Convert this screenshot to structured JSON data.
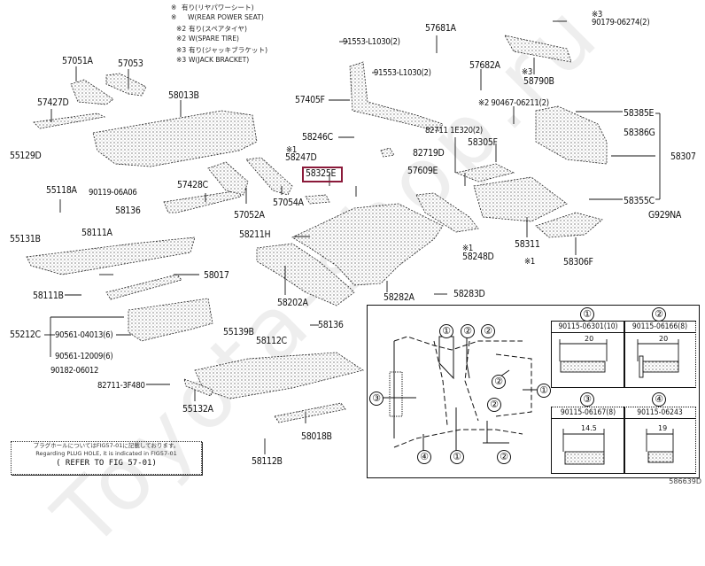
{
  "watermark": "Toyota-shop.ru",
  "notes": [
    {
      "mark": "※",
      "text": "有り(リヤパワーシート)"
    },
    {
      "mark": "※",
      "text": "W(REAR POWER SEAT)"
    },
    {
      "mark": "※2",
      "text": "有り(スペアタイヤ)"
    },
    {
      "mark": "※2",
      "text": "W(SPARE TIRE)"
    },
    {
      "mark": "※3",
      "text": "有り(ジャッキブラケット)"
    },
    {
      "mark": "※3",
      "text": "W(JACK BRACKET)"
    }
  ],
  "parts": {
    "p57051A": "57051A",
    "p57053": "57053",
    "p57427D": "57427D",
    "p58013B": "58013B",
    "p55129D": "55129D",
    "p55118A": "55118A",
    "p90119": "90119-06A06",
    "p57428C": "57428C",
    "p57052A": "57052A",
    "p57054A": "57054A",
    "p58136a": "58136",
    "p58111A": "58111A",
    "p55131B": "55131B",
    "p58017": "58017",
    "p58111B": "58111B",
    "p55212C": "55212C",
    "p90561a": "90561-04013(6)",
    "p90561b": "90561-12009(6)",
    "p90182": "90182-06012",
    "p82711_3F": "82711-3F480",
    "p55139B": "55139B",
    "p58112C": "58112C",
    "p58136b": "58136",
    "p55132A": "55132A",
    "p58018B": "58018B",
    "p58112B": "58112B",
    "p91553a": "91553-L1030(2)",
    "p57681A": "57681A",
    "p91553b": "91553-L1030(2)",
    "p57682A": "57682A",
    "p57405F": "57405F",
    "p58246C": "58246C",
    "p58247D": "58247D",
    "p58247D_mark": "※1",
    "p58325E": "58325E",
    "p82719D": "82719D",
    "p82711_1E": "82711  1E320(2)",
    "p58305F": "58305F",
    "p57609E": "57609E",
    "p58211H": "58211H",
    "p58248D": "58248D",
    "p58248D_mark": "※1",
    "p58282A": "58282A",
    "p58283D": "58283D",
    "p58202A": "58202A",
    "p58311": "58311",
    "p58306F": "58306F",
    "p90467": "※2 90467-06211(2)",
    "p58385E": "58385E",
    "p58386G": "58386G",
    "p58307": "58307",
    "p58355C": "58355C",
    "pG929NA": "G929NA",
    "p90179": "90179-06274(2)",
    "p90179_mark": "※3",
    "p58790B": "58790B",
    "p58790B_mark": "※3",
    "bolt_mark": "※1"
  },
  "reference_box": {
    "line1": "プラグホールについてはFIG57-01に記載しております。",
    "line2": "Regarding PLUG HOLE, it is indicated in FIG57-01",
    "line3": "( REFER TO FIG 57-01)"
  },
  "inset": {
    "callouts": [
      "①",
      "②",
      "②",
      "②",
      "①",
      "②",
      "③",
      "④",
      "①",
      "②"
    ],
    "fasteners": [
      {
        "index": "①",
        "part": "90115-06301(10)",
        "dimension": "20"
      },
      {
        "index": "②",
        "part": "90115-06166(8)",
        "dimension": "20"
      },
      {
        "index": "③",
        "part": "90115-06167(8)",
        "dimension": "14.5"
      },
      {
        "index": "④",
        "part": "90115-06243",
        "dimension": "19"
      }
    ]
  },
  "figure_code": "586639D",
  "highlight_color": "#8b1a3a"
}
